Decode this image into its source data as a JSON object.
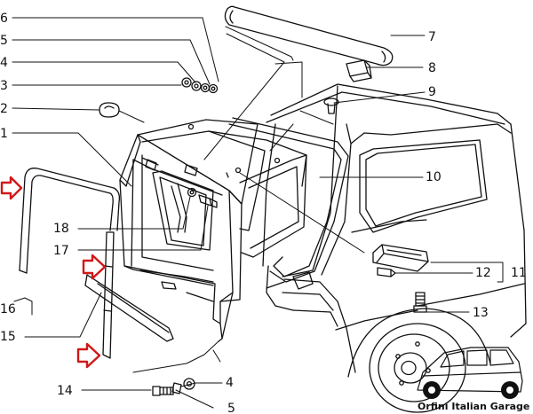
{
  "callouts": {
    "c1": "1",
    "c2": "2",
    "c3": "3",
    "c4a": "4",
    "c4b": "4",
    "c5a": "5",
    "c5b": "5",
    "c6": "6",
    "c7": "7",
    "c8": "8",
    "c9": "9",
    "c10": "10",
    "c11": "11",
    "c12": "12",
    "c13": "13",
    "c14": "14",
    "c15": "15",
    "c16": "16",
    "c17": "17",
    "c18": "18"
  },
  "watermark": {
    "text": "Orfini Italian Garage"
  },
  "colors": {
    "line": "#111111",
    "arrow": "#d01818",
    "background": "#ffffff"
  }
}
